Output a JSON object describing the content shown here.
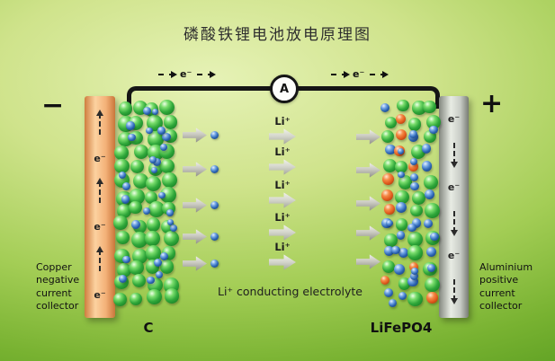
{
  "title": "磷酸铁锂电池放电原理图",
  "circuit": {
    "ammeter_label": "A",
    "electron_left": "e⁻",
    "electron_right": "e⁻"
  },
  "left_collector": {
    "sign": "−",
    "label": "Copper negative current collector",
    "electrons": [
      "e⁻",
      "e⁻",
      "e⁻"
    ]
  },
  "right_collector": {
    "sign": "+",
    "label": "Aluminium positive current collector",
    "electrons": [
      "e⁻",
      "e⁻",
      "e⁻"
    ]
  },
  "electrodes": {
    "left_label": "C",
    "right_label": "LiFePO4"
  },
  "electrolyte": {
    "label": "Li⁺ conducting electrolyte",
    "ions": [
      "Li⁺",
      "Li⁺",
      "Li⁺",
      "Li⁺",
      "Li⁺"
    ]
  },
  "colors": {
    "sphere_green": "#2fa73a",
    "sphere_blue": "#2a62b0",
    "sphere_orange": "#e05a1d",
    "copper": "#f3b077",
    "aluminium": "#c8ccc6",
    "wire": "#151515"
  }
}
